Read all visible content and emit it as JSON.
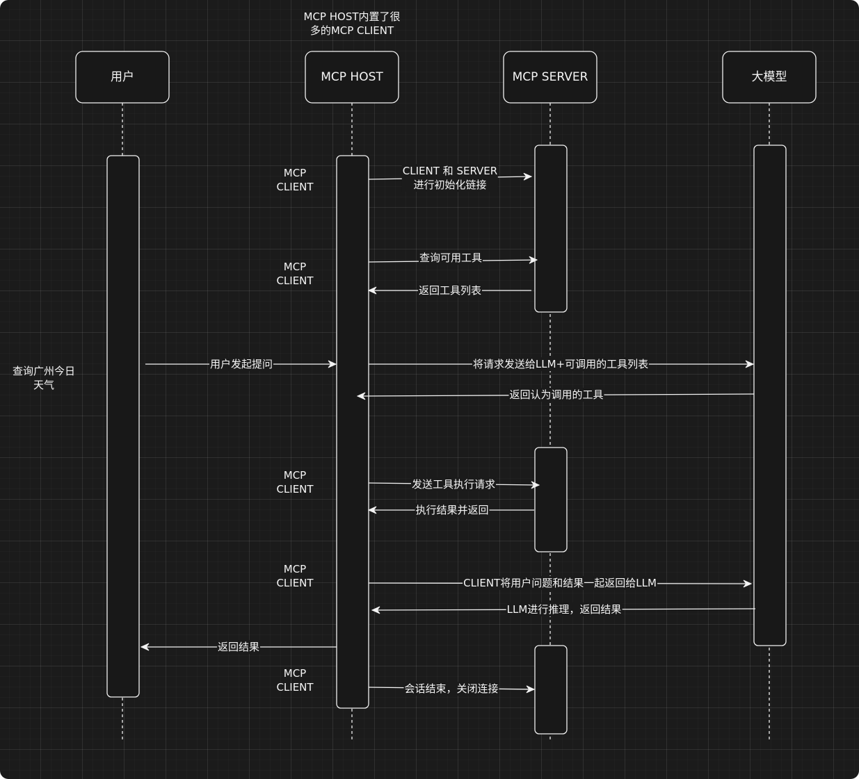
{
  "participants": [
    {
      "id": "user",
      "label": "用户"
    },
    {
      "id": "host",
      "label": "MCP HOST"
    },
    {
      "id": "server",
      "label": "MCP SERVER"
    },
    {
      "id": "llm",
      "label": "大模型"
    }
  ],
  "notes": {
    "host_top": "MCP HOST内置了很\n多的MCP CLIENT",
    "user_query": "查询广州今日\n天气",
    "client_label": "MCP\nCLIENT"
  },
  "messages": [
    {
      "from": "host",
      "to": "server",
      "label": "CLIENT 和 SERVER\n进行初始化链接"
    },
    {
      "from": "host",
      "to": "server",
      "label": "查询可用工具"
    },
    {
      "from": "server",
      "to": "host",
      "label": "返回工具列表"
    },
    {
      "from": "user",
      "to": "host",
      "label": "用户发起提问"
    },
    {
      "from": "host",
      "to": "llm",
      "label": "将请求发送给LLM+可调用的工具列表"
    },
    {
      "from": "llm",
      "to": "host",
      "label": "返回认为调用的工具"
    },
    {
      "from": "host",
      "to": "server",
      "label": "发送工具执行请求"
    },
    {
      "from": "server",
      "to": "host",
      "label": "执行结果并返回"
    },
    {
      "from": "host",
      "to": "llm",
      "label": "CLIENT将用户问题和结果一起返回给LLM"
    },
    {
      "from": "llm",
      "to": "host",
      "label": "LLM进行推理，返回结果"
    },
    {
      "from": "host",
      "to": "user",
      "label": "返回结果"
    },
    {
      "from": "host",
      "to": "server",
      "label": "会话结束，关闭连接"
    }
  ]
}
